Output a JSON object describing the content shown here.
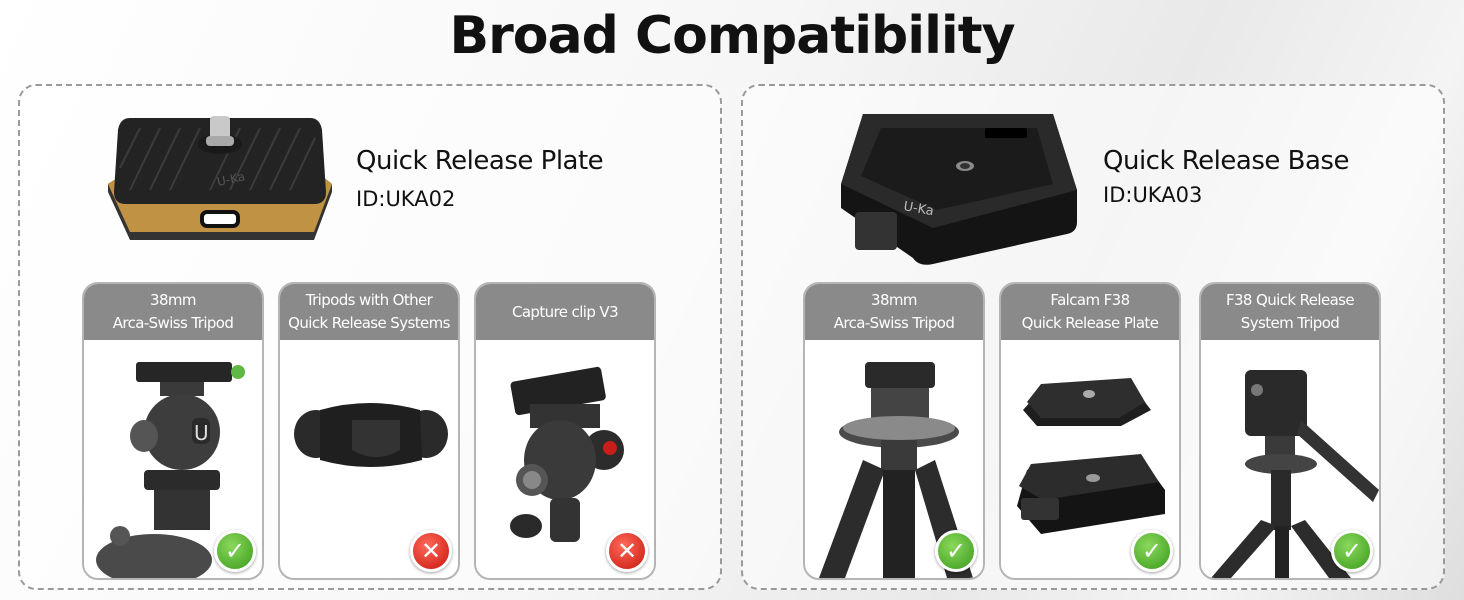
{
  "title": "Broad Compatibility",
  "left": {
    "product_name": "Quick Release Plate",
    "product_id": "ID:UKA02",
    "logo_text": "U-Ka",
    "cards": [
      {
        "label_line1": "38mm",
        "label_line2": "Arca-Swiss Tripod",
        "compatible": true,
        "mark": "✓"
      },
      {
        "label_line1": "Tripods with Other",
        "label_line2": "Quick Release Systems",
        "compatible": false,
        "mark": "✕"
      },
      {
        "label_line1": "Capture clip V3",
        "label_line2": "",
        "compatible": false,
        "mark": "✕"
      }
    ]
  },
  "right": {
    "product_name": "Quick Release Base",
    "product_id": "ID:UKA03",
    "logo_text": "U-Ka",
    "cards": [
      {
        "label_line1": "38mm",
        "label_line2": "Arca-Swiss Tripod",
        "compatible": true,
        "mark": "✓"
      },
      {
        "label_line1": "Falcam F38",
        "label_line2": "Quick Release Plate",
        "compatible": true,
        "mark": "✓"
      },
      {
        "label_line1": "F38 Quick Release",
        "label_line2": "System Tripod",
        "compatible": true,
        "mark": "✓"
      }
    ]
  },
  "icons": {
    "compatible": "check-icon",
    "incompatible": "cross-icon"
  },
  "colors": {
    "header_bg": "#8a8a8a",
    "check_green": "#3a9a1c",
    "cross_red": "#c8150d"
  }
}
